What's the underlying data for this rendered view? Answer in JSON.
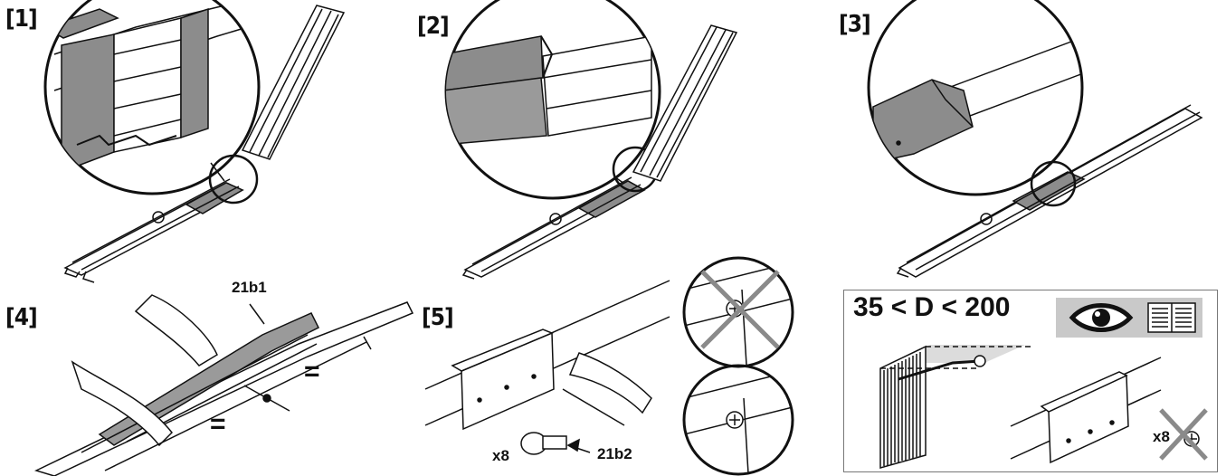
{
  "steps": {
    "s1": "[1]",
    "s2": "[2]",
    "s3": "[3]",
    "s4": "[4]",
    "s5": "[5]"
  },
  "step4": {
    "part_label": "21b1",
    "equal_left": "=",
    "equal_right": "="
  },
  "step5": {
    "quantity": "x8",
    "part_label": "21b2"
  },
  "step6": {
    "formula": "35 < D < 200",
    "quantity": "x8",
    "icons": [
      "eye-icon",
      "manual-book-icon"
    ]
  },
  "colors": {
    "ink": "#111111",
    "highlight_gray": "#8c8c8c",
    "light_gray": "#c9c9c9",
    "cross_gray": "#8a8a8a"
  }
}
